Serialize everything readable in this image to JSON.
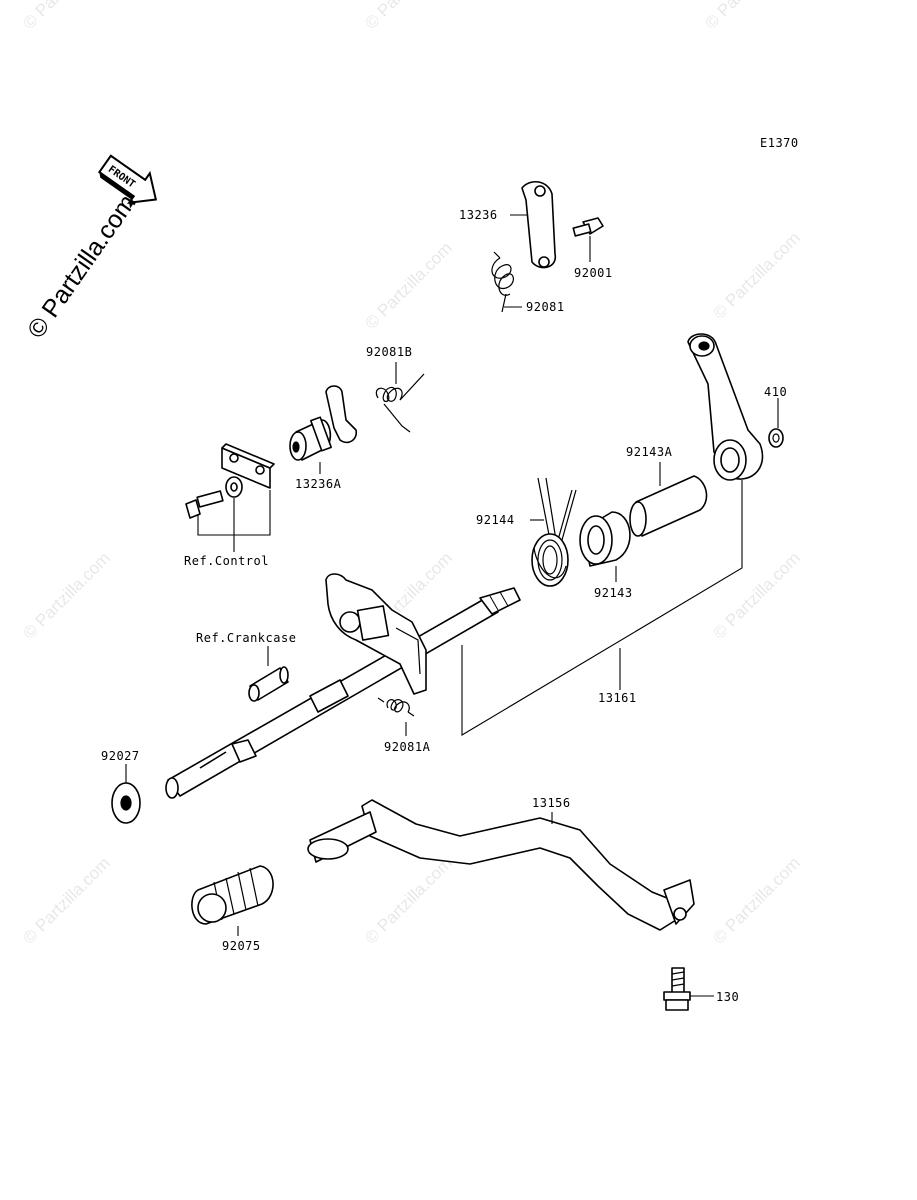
{
  "diagram_code": "E1370",
  "front_arrow_label": "FRONT",
  "watermark_text": "© Partzilla.com",
  "brand_mark": "© Partzilla.com",
  "callouts": {
    "c13236": "13236",
    "c92001": "92001",
    "c92081": "92081",
    "c92081B": "92081B",
    "c410": "410",
    "c13236A": "13236A",
    "c92143A": "92143A",
    "c92144": "92144",
    "c92143": "92143",
    "ref_control": "Ref.Control",
    "ref_crankcase": "Ref.Crankcase",
    "c13161": "13161",
    "c92081A": "92081A",
    "c92027": "92027",
    "c13156": "13156",
    "c92075": "92075",
    "c130": "130"
  }
}
